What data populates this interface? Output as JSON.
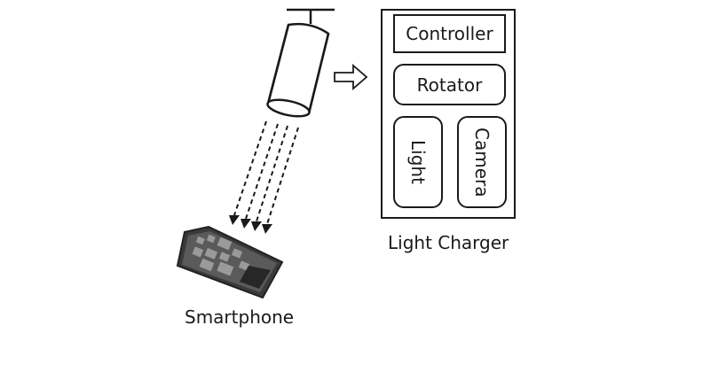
{
  "diagram": {
    "charger": {
      "label": "Light Charger",
      "components": {
        "controller": "Controller",
        "rotator": "Rotator",
        "light": "Light",
        "camera": "Camera"
      }
    },
    "device": {
      "label": "Smartphone"
    },
    "icons": {
      "lamp": "ceiling-spotlight-icon",
      "arrow": "right-arrow-icon",
      "beams": "light-beam-arrows-icon",
      "phone": "smartphone-icon"
    },
    "colors": {
      "stroke": "#1a1a1a",
      "background": "#ffffff"
    }
  }
}
